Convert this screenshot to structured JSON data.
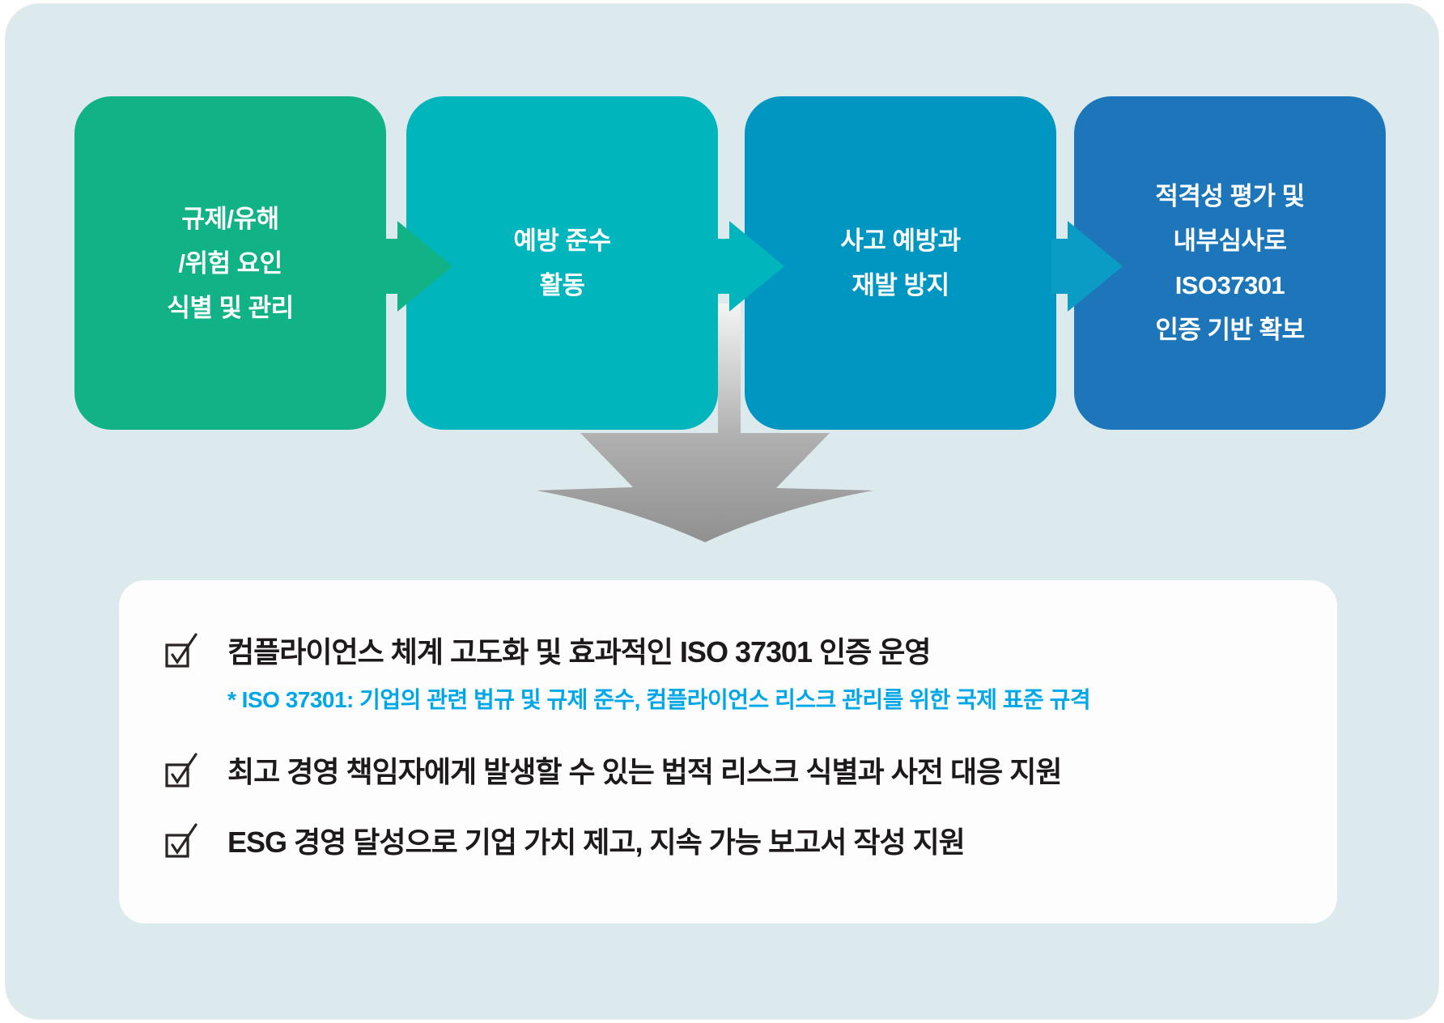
{
  "page": {
    "background": "#ffffff",
    "canvas_background": "#dce9ed"
  },
  "flow": {
    "steps": [
      {
        "label": "규제/유해\n/위험 요인\n식별 및 관리",
        "color": "#12b287"
      },
      {
        "label": "예방 준수\n활동",
        "color": "#00b6bc"
      },
      {
        "label": "사고 예방과\n재발 방지",
        "color": "#0096c2"
      },
      {
        "label": "적격성 평가 및\n내부심사로\nISO37301\n인증 기반 확보",
        "color": "#1d76ba"
      }
    ],
    "connectors": [
      {
        "color": "#12b287"
      },
      {
        "color": "#00b6bc"
      },
      {
        "color": "#0a9cc4"
      }
    ],
    "down_arrow": {
      "stops": {
        "top": "#f4f4f4",
        "mid": "#aeaeae",
        "bottom": "#8d8d8d"
      }
    }
  },
  "summary": {
    "panel_background": "#fdfdfd",
    "text_color": "#1e1a1b",
    "note_color": "#00a7e8",
    "check_color": "#2a2422",
    "items": [
      {
        "text": "컴플라이언스 체계 고도화 및 효과적인 ISO 37301 인증 운영",
        "note": "* ISO 37301: 기업의 관련 법규 및 규제 준수, 컴플라이언스 리스크 관리를 위한 국제 표준 규격"
      },
      {
        "text": "최고 경영 책임자에게 발생할 수 있는 법적 리스크 식별과 사전 대응 지원"
      },
      {
        "text": "ESG 경영 달성으로 기업 가치 제고, 지속 가능 보고서 작성 지원"
      }
    ]
  }
}
